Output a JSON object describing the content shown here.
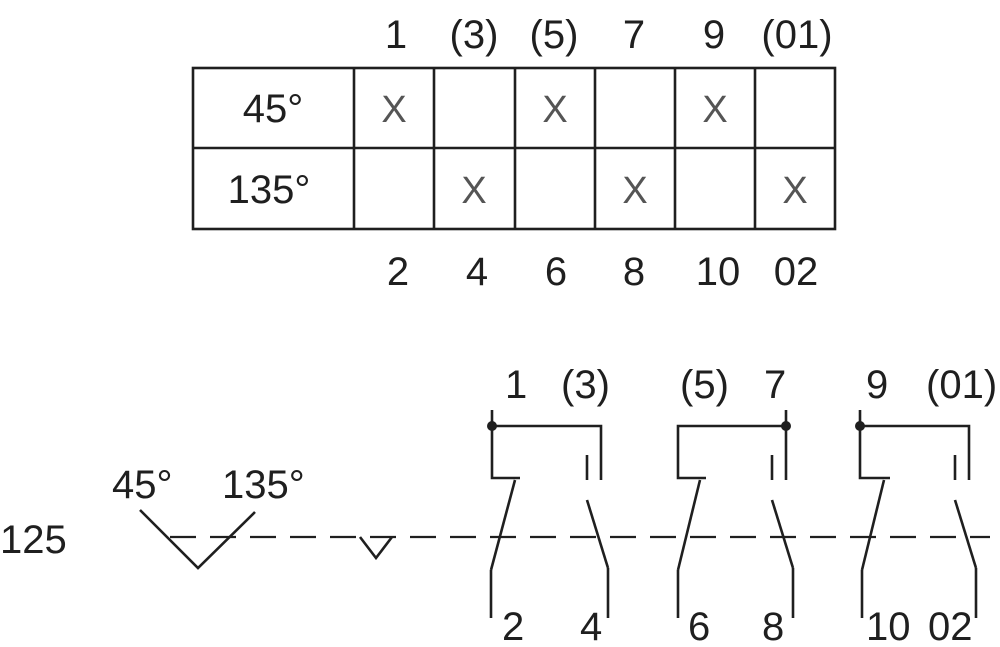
{
  "table": {
    "top_labels": [
      "1",
      "(3)",
      "(5)",
      "7",
      "9",
      "(01)"
    ],
    "bottom_labels": [
      "2",
      "4",
      "6",
      "8",
      "10",
      "02"
    ],
    "rows": [
      {
        "angle": "45°",
        "cells": [
          "X",
          "",
          "X",
          "",
          "X",
          ""
        ]
      },
      {
        "angle": "135°",
        "cells": [
          "",
          "X",
          "",
          "X",
          "",
          "X"
        ]
      }
    ]
  },
  "schematic": {
    "code": "125",
    "angle_left": "45°",
    "angle_right": "135°",
    "groups": [
      {
        "top": [
          "1",
          "(3)"
        ],
        "bottom": [
          "2",
          "4"
        ]
      },
      {
        "top": [
          "(5)",
          "7"
        ],
        "bottom": [
          "6",
          "8"
        ]
      },
      {
        "top": [
          "9",
          "(01)"
        ],
        "bottom": [
          "10",
          "02"
        ]
      }
    ]
  },
  "colors": {
    "line": "#1f1f1f",
    "mark": "#555555",
    "background": "#ffffff"
  }
}
